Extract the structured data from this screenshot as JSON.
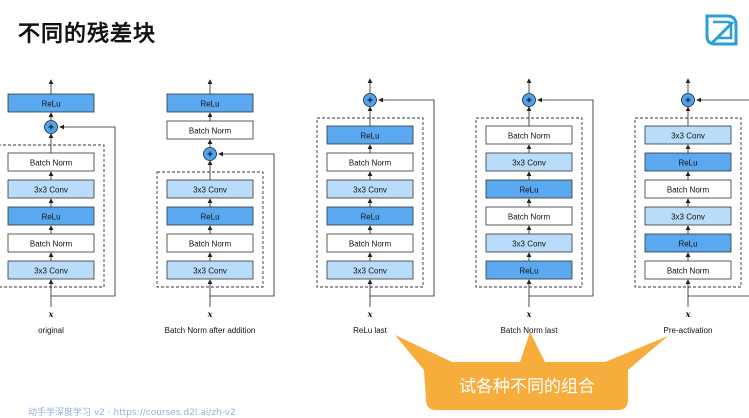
{
  "page": {
    "title": "不同的残差块"
  },
  "logo_icon": "d2l-book-logo-icon",
  "colors": {
    "relu": "#5aa9f0",
    "conv": "#b9dcfb",
    "bn": "#ffffff",
    "callout": "#f7ad3c",
    "add": "#4da3f0"
  },
  "variants": [
    {
      "caption": "original",
      "outer_top": "ReLu",
      "inner": [
        "Batch Norm",
        "3x3 Conv",
        "ReLu",
        "Batch Norm",
        "3x3 Conv"
      ]
    },
    {
      "caption": "Batch Norm after addition",
      "outer_top": "ReLu",
      "outer_mid": "Batch Norm",
      "inner": [
        "3x3 Conv",
        "ReLu",
        "Batch Norm",
        "3x3 Conv"
      ]
    },
    {
      "caption": "ReLu last",
      "inner": [
        "ReLu",
        "Batch Norm",
        "3x3 Conv",
        "ReLu",
        "Batch Norm",
        "3x3 Conv"
      ]
    },
    {
      "caption": "Batch Norm last",
      "inner": [
        "Batch Norm",
        "3x3 Conv",
        "ReLu",
        "Batch Norm",
        "3x3 Conv",
        "ReLu"
      ]
    },
    {
      "caption": "Pre-activation",
      "inner": [
        "3x3 Conv",
        "ReLu",
        "Batch Norm",
        "3x3 Conv",
        "ReLu",
        "Batch Norm"
      ]
    }
  ],
  "input_label": "x",
  "add_symbol": "+",
  "callout": {
    "text": "试各种不同的组合"
  },
  "footer": {
    "text": "动手学深度学习 v2 · https://courses.d2l.ai/zh-v2"
  }
}
